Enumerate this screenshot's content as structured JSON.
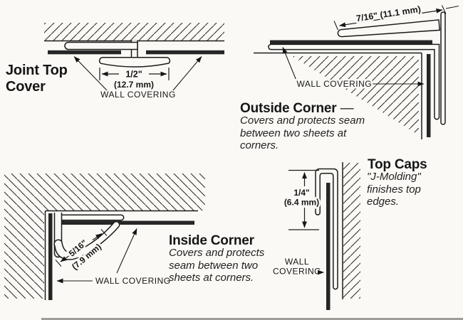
{
  "colors": {
    "ink": "#1c1c1c",
    "strip": "#262626",
    "paper": "#faf9f5"
  },
  "joint_top_cover": {
    "title": "Joint Top Cover",
    "dim_in": "1/2\"",
    "dim_mm": "(12.7 mm)",
    "wall_label": "WALL COVERING"
  },
  "outside_corner": {
    "title": "Outside Corner",
    "dash": "—",
    "desc": "Covers and protects seam between two sheets at corners.",
    "dim": "7/16\" (11.1 mm)",
    "wall_label": "WALL COVERING"
  },
  "inside_corner": {
    "title": "Inside Corner",
    "desc": "Covers and protects seam between two sheets at corners.",
    "dim_in": "5/16\"",
    "dim_mm": "(7.9 mm)",
    "wall_label": "WALL COVERING"
  },
  "top_caps": {
    "title": "Top Caps",
    "desc": "\"J-Molding\" finishes top edges.",
    "dim_in": "1/4\"",
    "dim_mm": "(6.4 mm)",
    "wall_label": "WALL COVERING"
  }
}
